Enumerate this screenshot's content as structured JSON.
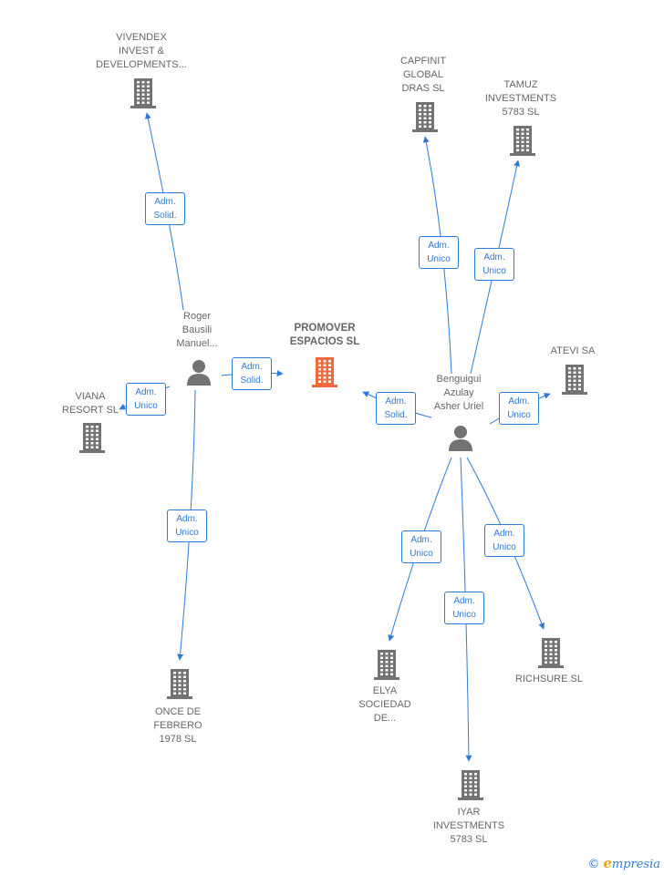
{
  "colors": {
    "edge": "#2d7bd6",
    "company": "#737373",
    "center": "#f06a3d",
    "person": "#737373",
    "text": "#666666"
  },
  "brand": {
    "symbol": "©",
    "initial": "e",
    "rest": "mpresia"
  },
  "nodes": [
    {
      "id": "promover",
      "type": "center",
      "label": "PROMOVER\nESPACIOS  SL"
    },
    {
      "id": "roger",
      "type": "person",
      "label": "Roger\nBausili\nManuel..."
    },
    {
      "id": "benguigui",
      "type": "person",
      "label": "Benguigui\nAzulay\nAsher Uriel"
    },
    {
      "id": "vivendex",
      "type": "company",
      "label": "VIVENDEX\nINVEST &\nDEVELOPMENTS..."
    },
    {
      "id": "viana",
      "type": "company",
      "label": "VIANA\nRESORT SL"
    },
    {
      "id": "once",
      "type": "company",
      "label": "ONCE DE\nFEBRERO\n1978  SL"
    },
    {
      "id": "capfinit",
      "type": "company",
      "label": "CAPFINIT\nGLOBAL\nDRAS SL"
    },
    {
      "id": "tamuz",
      "type": "company",
      "label": "TAMUZ\nINVESTMENTS\n5783  SL"
    },
    {
      "id": "atevi",
      "type": "company",
      "label": "ATEVI SA"
    },
    {
      "id": "elya",
      "type": "company",
      "label": "ELYA\nSOCIEDAD\nDE..."
    },
    {
      "id": "iyar",
      "type": "company",
      "label": "IYAR\nINVESTMENTS\n5783  SL"
    },
    {
      "id": "richsure",
      "type": "company",
      "label": "RICHSURE  SL"
    }
  ],
  "edges": [
    {
      "from": "roger",
      "to": "vivendex",
      "label": "Adm.\nSolid."
    },
    {
      "from": "roger",
      "to": "viana",
      "label": "Adm.\nUnico"
    },
    {
      "from": "roger",
      "to": "promover",
      "label": "Adm.\nSolid."
    },
    {
      "from": "roger",
      "to": "once",
      "label": "Adm.\nUnico"
    },
    {
      "from": "benguigui",
      "to": "capfinit",
      "label": "Adm.\nUnico"
    },
    {
      "from": "benguigui",
      "to": "tamuz",
      "label": "Adm.\nUnico"
    },
    {
      "from": "benguigui",
      "to": "promover",
      "label": "Adm.\nSolid."
    },
    {
      "from": "benguigui",
      "to": "atevi",
      "label": "Adm.\nUnico"
    },
    {
      "from": "benguigui",
      "to": "elya",
      "label": "Adm.\nUnico"
    },
    {
      "from": "benguigui",
      "to": "iyar",
      "label": "Adm.\nUnico"
    },
    {
      "from": "benguigui",
      "to": "richsure",
      "label": "Adm.\nUnico"
    }
  ]
}
